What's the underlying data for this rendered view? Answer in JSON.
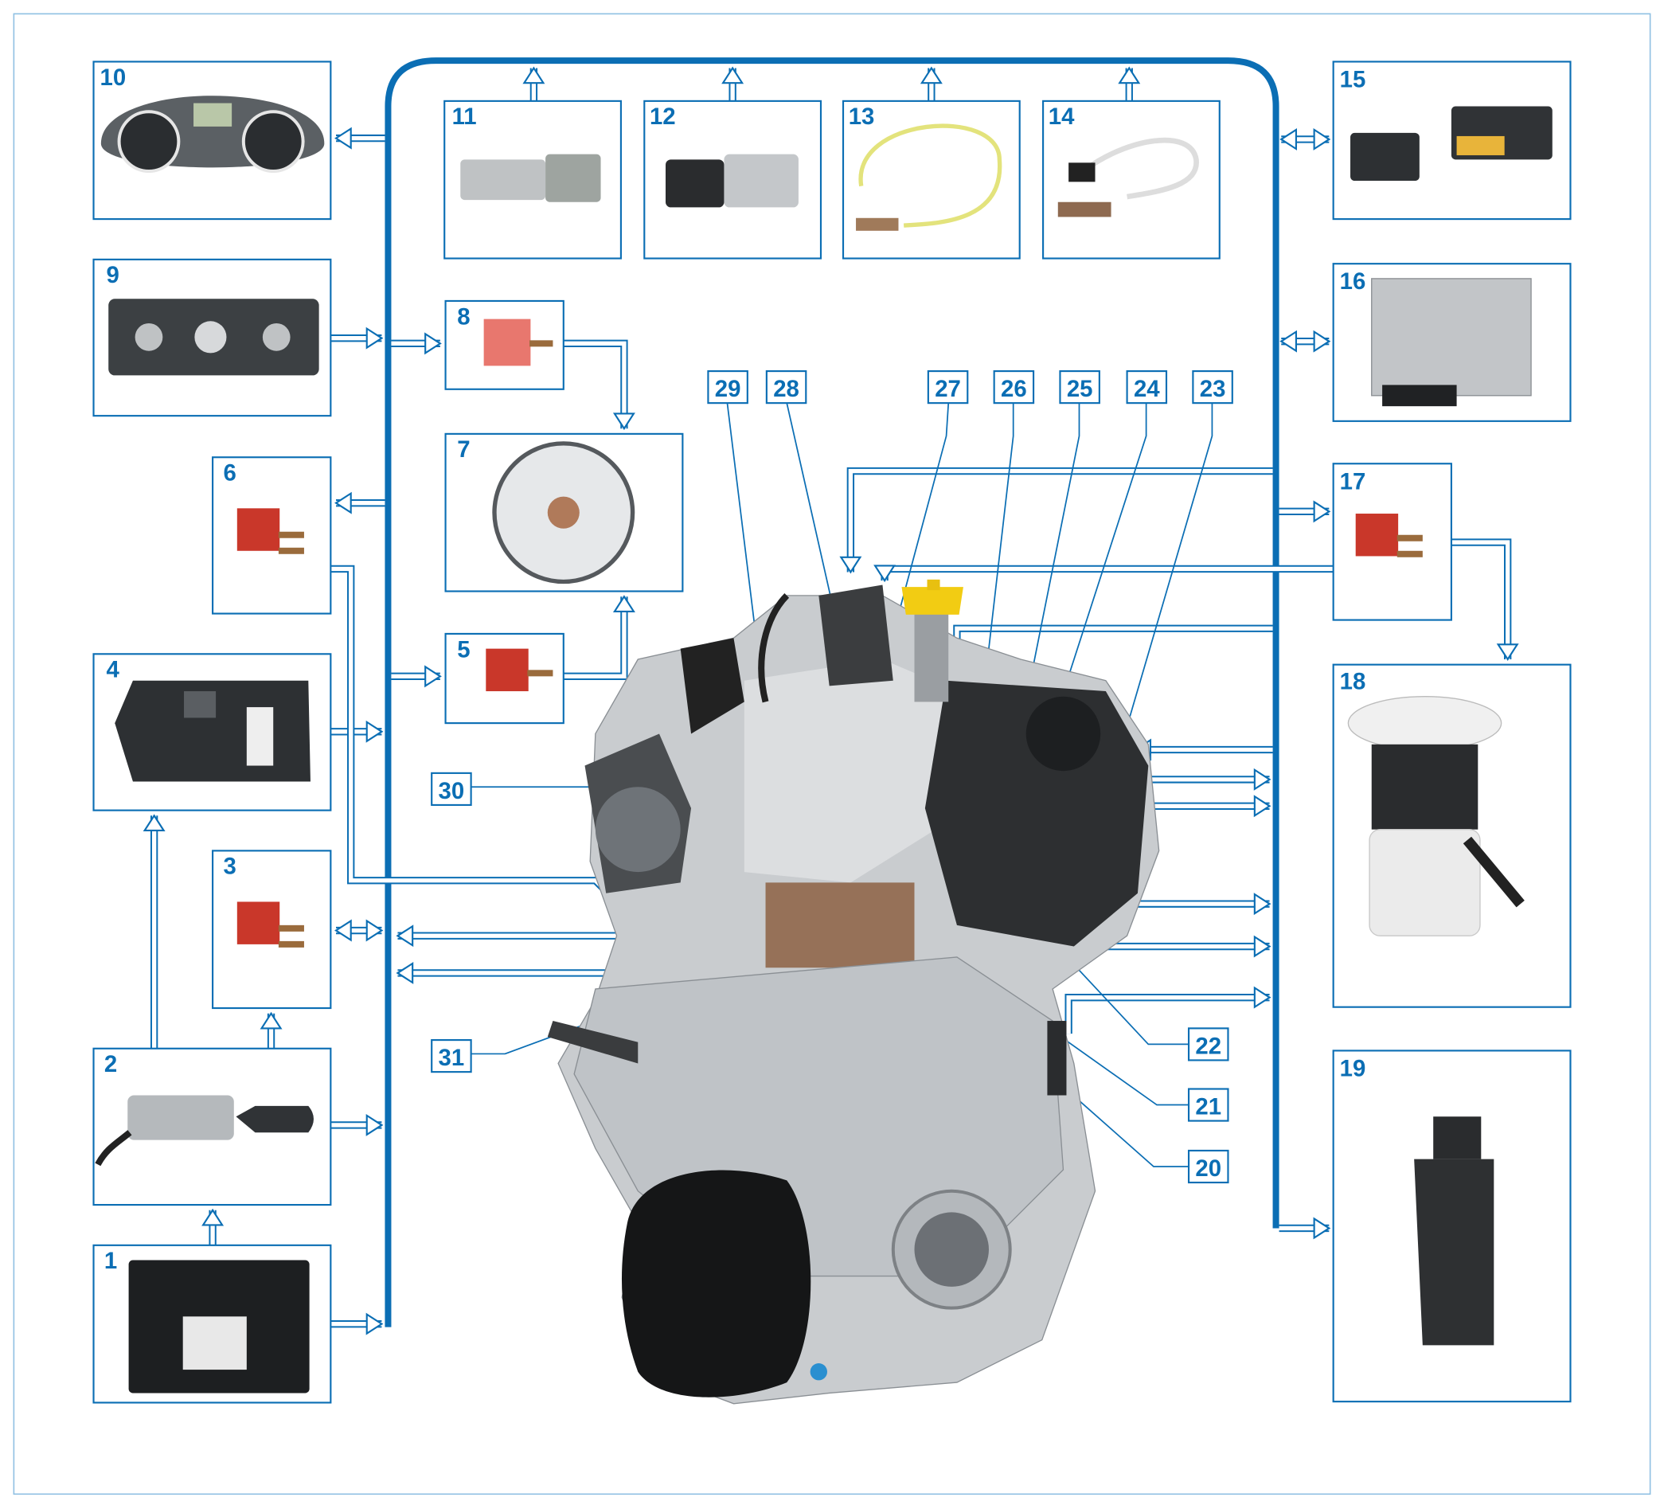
{
  "diagram": {
    "accent_color": "#0b6eb4",
    "component_labels": {
      "c1": "1",
      "c2": "2",
      "c3": "3",
      "c4": "4",
      "c5": "5",
      "c6": "6",
      "c7": "7",
      "c8": "8",
      "c9": "9",
      "c10": "10",
      "c11": "11",
      "c12": "12",
      "c13": "13",
      "c14": "14",
      "c15": "15",
      "c16": "16",
      "c17": "17",
      "c18": "18",
      "c19": "19"
    },
    "engine_callouts": {
      "c20": "20",
      "c21": "21",
      "c22": "22",
      "c23": "23",
      "c24": "24",
      "c25": "25",
      "c26": "26",
      "c27": "27",
      "c28": "28",
      "c29": "29",
      "c30": "30",
      "c31": "31"
    }
  }
}
